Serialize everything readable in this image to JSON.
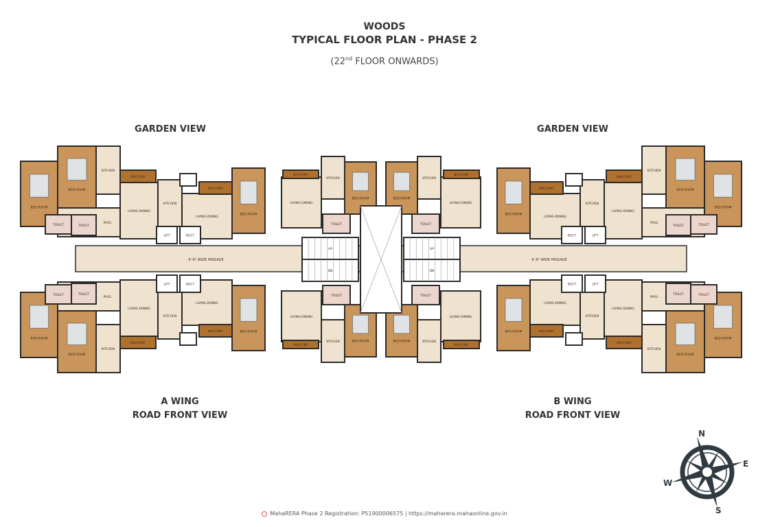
{
  "header": {
    "project": "WOODS",
    "title": "TYPICAL FLOOR PLAN - PHASE 2",
    "subtitle_prefix": "(22",
    "subtitle_sup": "nd",
    "subtitle_suffix": " FLOOR ONWARDS)"
  },
  "views": {
    "garden_left": "GARDEN VIEW",
    "garden_right": "GARDEN VIEW",
    "a_wing": "A WING",
    "b_wing": "B WING",
    "road_left": "ROAD FRONT VIEW",
    "road_right": "ROAD FRONT VIEW"
  },
  "plan": {
    "passage_label": "6'-6\" WIDE PASSAGE",
    "room_labels": {
      "bed": "BED ROOM",
      "kitchen": "KITCHEN",
      "living": "LIVING-DINING",
      "balcony": "BALCONY",
      "toilet": "TOILET",
      "lift": "LIFT",
      "duct": "DUCT",
      "pass": "PASS.",
      "up": "UP",
      "dn": "DN"
    },
    "colors": {
      "wood": "#c9955a",
      "floor": "#efe3cf",
      "balcony": "#b0712e",
      "toilet": "#ecd5cc",
      "wall": "#2a2a2a"
    }
  },
  "compass": {
    "n": "N",
    "e": "E",
    "s": "S",
    "w": "W"
  },
  "footer": {
    "text": "MahaRERA Phase 2 Registration: P51900006575  |  https://maharera.mahaonline.gov.in"
  }
}
